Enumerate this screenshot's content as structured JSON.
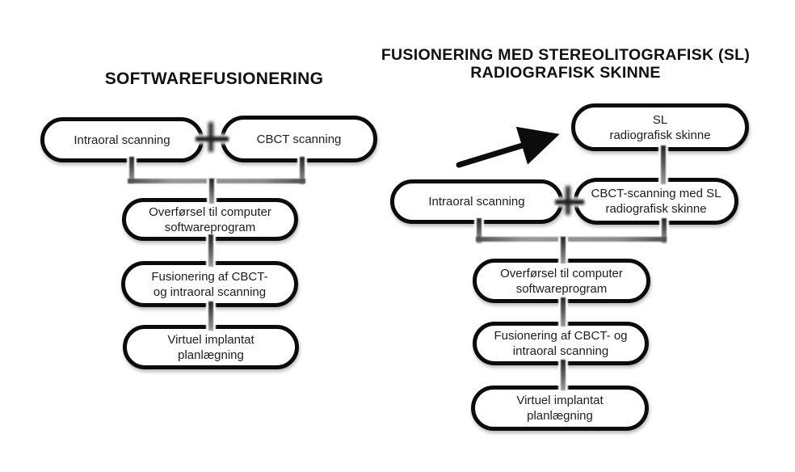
{
  "left_flow": {
    "title": "SOFTWAREFUSIONERING",
    "intraoral": "Intraoral scanning",
    "cbct": "CBCT scanning",
    "transfer": "Overførsel til computer\nsoftwareprogram",
    "fusion": "Fusionering af CBCT-\nog intraoral scanning",
    "virtual": "Virtuel implantat\nplanlægning"
  },
  "right_flow": {
    "title": "FUSIONERING MED STEREOLITOGRAFISK (SL)\nRADIOGRAFISK SKINNE",
    "sl_guide": "SL\nradiografisk skinne",
    "intraoral": "Intraoral scanning",
    "cbct": "CBCT-scanning med SL\nradiografisk skinne",
    "transfer": "Overførsel til computer\nsoftwareprogram",
    "fusion": "Fusionering af CBCT- og\nintraoral scanning",
    "virtual": "Virtuel implantat\nplanlægning"
  },
  "icons": {
    "arrow": "arrow-up-right"
  },
  "colors": {
    "background": "#ffffff",
    "box_border": "#0c0c0c",
    "text": "#1d1d1d",
    "connector_dark": "#242424",
    "connector_grey": "#8f8f8f"
  }
}
